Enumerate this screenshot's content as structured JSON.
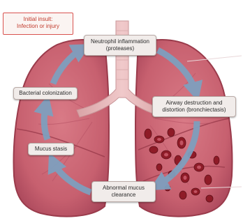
{
  "diagram": {
    "initial_insult": {
      "line1": "Initial insult:",
      "line2": "Infection or injury"
    },
    "cycle": [
      {
        "line1": "Neutrophil inflammation",
        "line2": "(proteases)"
      },
      {
        "line1": "Airway destruction and",
        "line2": "distortion (bronchiectasis)"
      },
      {
        "line1": "Abnormal mucus",
        "line2": "clearance"
      },
      {
        "line1": "Mucus stasis",
        "line2": ""
      },
      {
        "line1": "Bacterial colonization",
        "line2": ""
      }
    ]
  },
  "colors": {
    "background": "#ffffff",
    "lung_fill": "#c7606f",
    "lung_outline": "#9a3b4b",
    "trachea": "#e6b3b5",
    "arrow": "#7f9fbe",
    "damage": "#8e1b27",
    "insult_border": "#d9534f",
    "insult_text": "#c0392b",
    "box_fill": "#f1ecea"
  },
  "icons": [
    "cycle-arrow",
    "pointer-line"
  ]
}
